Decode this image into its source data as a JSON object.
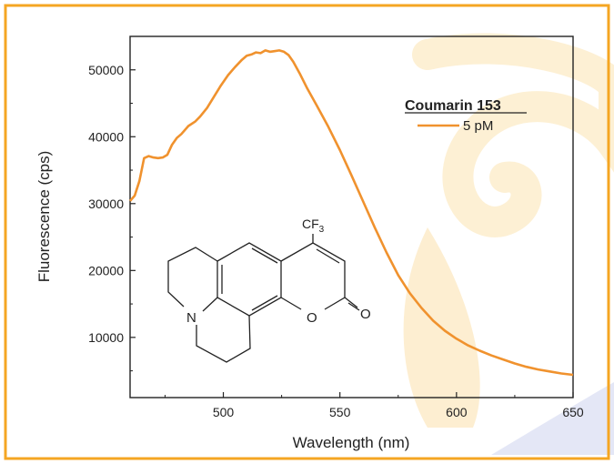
{
  "chart_data": {
    "type": "line",
    "title": "",
    "xlabel": "Wavelength (nm)",
    "ylabel": "Fluorescence (cps)",
    "xlim": [
      460,
      650
    ],
    "ylim": [
      1000,
      55000
    ],
    "x_ticks": [
      500,
      550,
      600,
      650
    ],
    "y_ticks": [
      10000,
      20000,
      30000,
      40000,
      50000
    ],
    "x_tick_labels": [
      "500",
      "550",
      "600",
      "650"
    ],
    "y_tick_labels": [
      "10000",
      "20000",
      "30000",
      "40000",
      "50000"
    ],
    "grid": false,
    "legend": {
      "title": "Coumarin 153",
      "placement": "top-right"
    },
    "series": [
      {
        "name": "5 pM",
        "color": "#f0922e",
        "x": [
          460,
          462,
          464,
          466,
          468,
          470,
          472,
          474,
          476,
          478,
          480,
          482,
          485,
          488,
          490,
          493,
          496,
          499,
          502,
          505,
          508,
          510,
          512,
          514,
          516,
          518,
          520,
          522,
          524,
          526,
          528,
          530,
          533,
          536,
          540,
          545,
          550,
          555,
          560,
          565,
          570,
          575,
          580,
          585,
          590,
          595,
          600,
          605,
          610,
          615,
          620,
          625,
          630,
          635,
          640,
          645,
          650
        ],
        "y": [
          30400,
          31200,
          33400,
          36800,
          37100,
          36900,
          36800,
          36900,
          37300,
          38800,
          39800,
          40400,
          41600,
          42300,
          43000,
          44300,
          46000,
          47700,
          49200,
          50400,
          51500,
          52100,
          52300,
          52600,
          52500,
          52900,
          52700,
          52800,
          52900,
          52700,
          52200,
          51200,
          49300,
          47200,
          44700,
          41500,
          38000,
          34200,
          30300,
          26400,
          22700,
          19300,
          16600,
          14400,
          12500,
          11000,
          9800,
          8800,
          8000,
          7300,
          6700,
          6100,
          5600,
          5200,
          4900,
          4600,
          4400
        ]
      }
    ],
    "annotations": [
      {
        "kind": "chemical-structure",
        "molecule": "Coumarin 153",
        "labels": [
          "CF3",
          "N",
          "O",
          "O"
        ]
      }
    ]
  },
  "colors": {
    "border": "#f5a623",
    "line": "#f0922e",
    "axis": "#222222",
    "watermark_orange": "#fde9c4",
    "watermark_blue": "#dfe3f3"
  }
}
